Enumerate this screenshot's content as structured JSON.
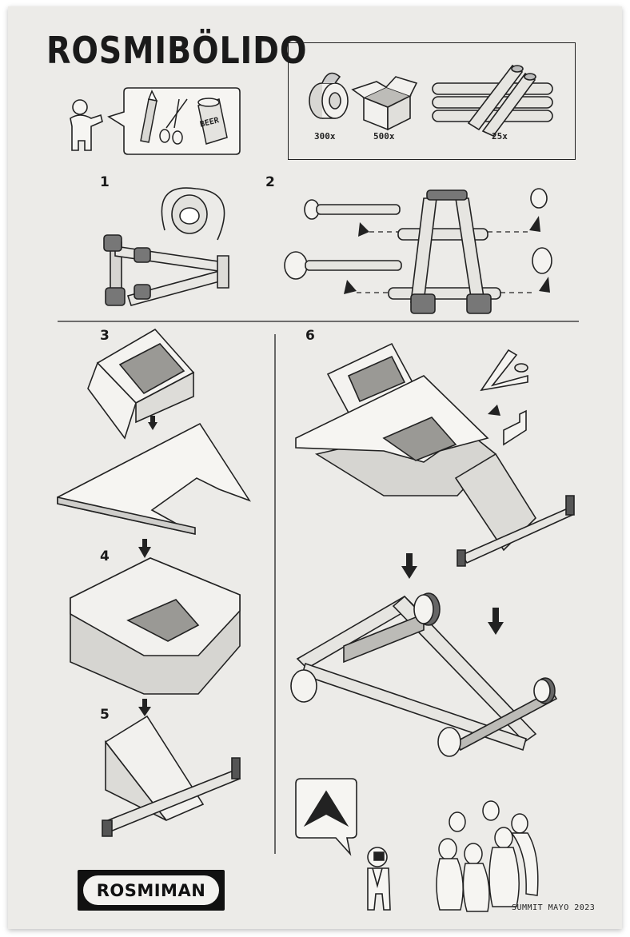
{
  "manual": {
    "title": "ROSMIBÖLIDO",
    "parts": [
      {
        "name": "tape-roll",
        "qty": "300x"
      },
      {
        "name": "cardboard-box",
        "qty": "500x"
      },
      {
        "name": "cardboard-tubes",
        "qty": "25x"
      }
    ],
    "tools": [
      "cutter-icon",
      "scissors-icon",
      "beer-can-icon"
    ],
    "beer_label": "BEER",
    "steps": [
      {
        "number": "1"
      },
      {
        "number": "2"
      },
      {
        "number": "3"
      },
      {
        "number": "4"
      },
      {
        "number": "5"
      },
      {
        "number": "6"
      }
    ],
    "brand": "ROSMIMAN",
    "footer_note": "SUMMIT MAYO 2023"
  }
}
